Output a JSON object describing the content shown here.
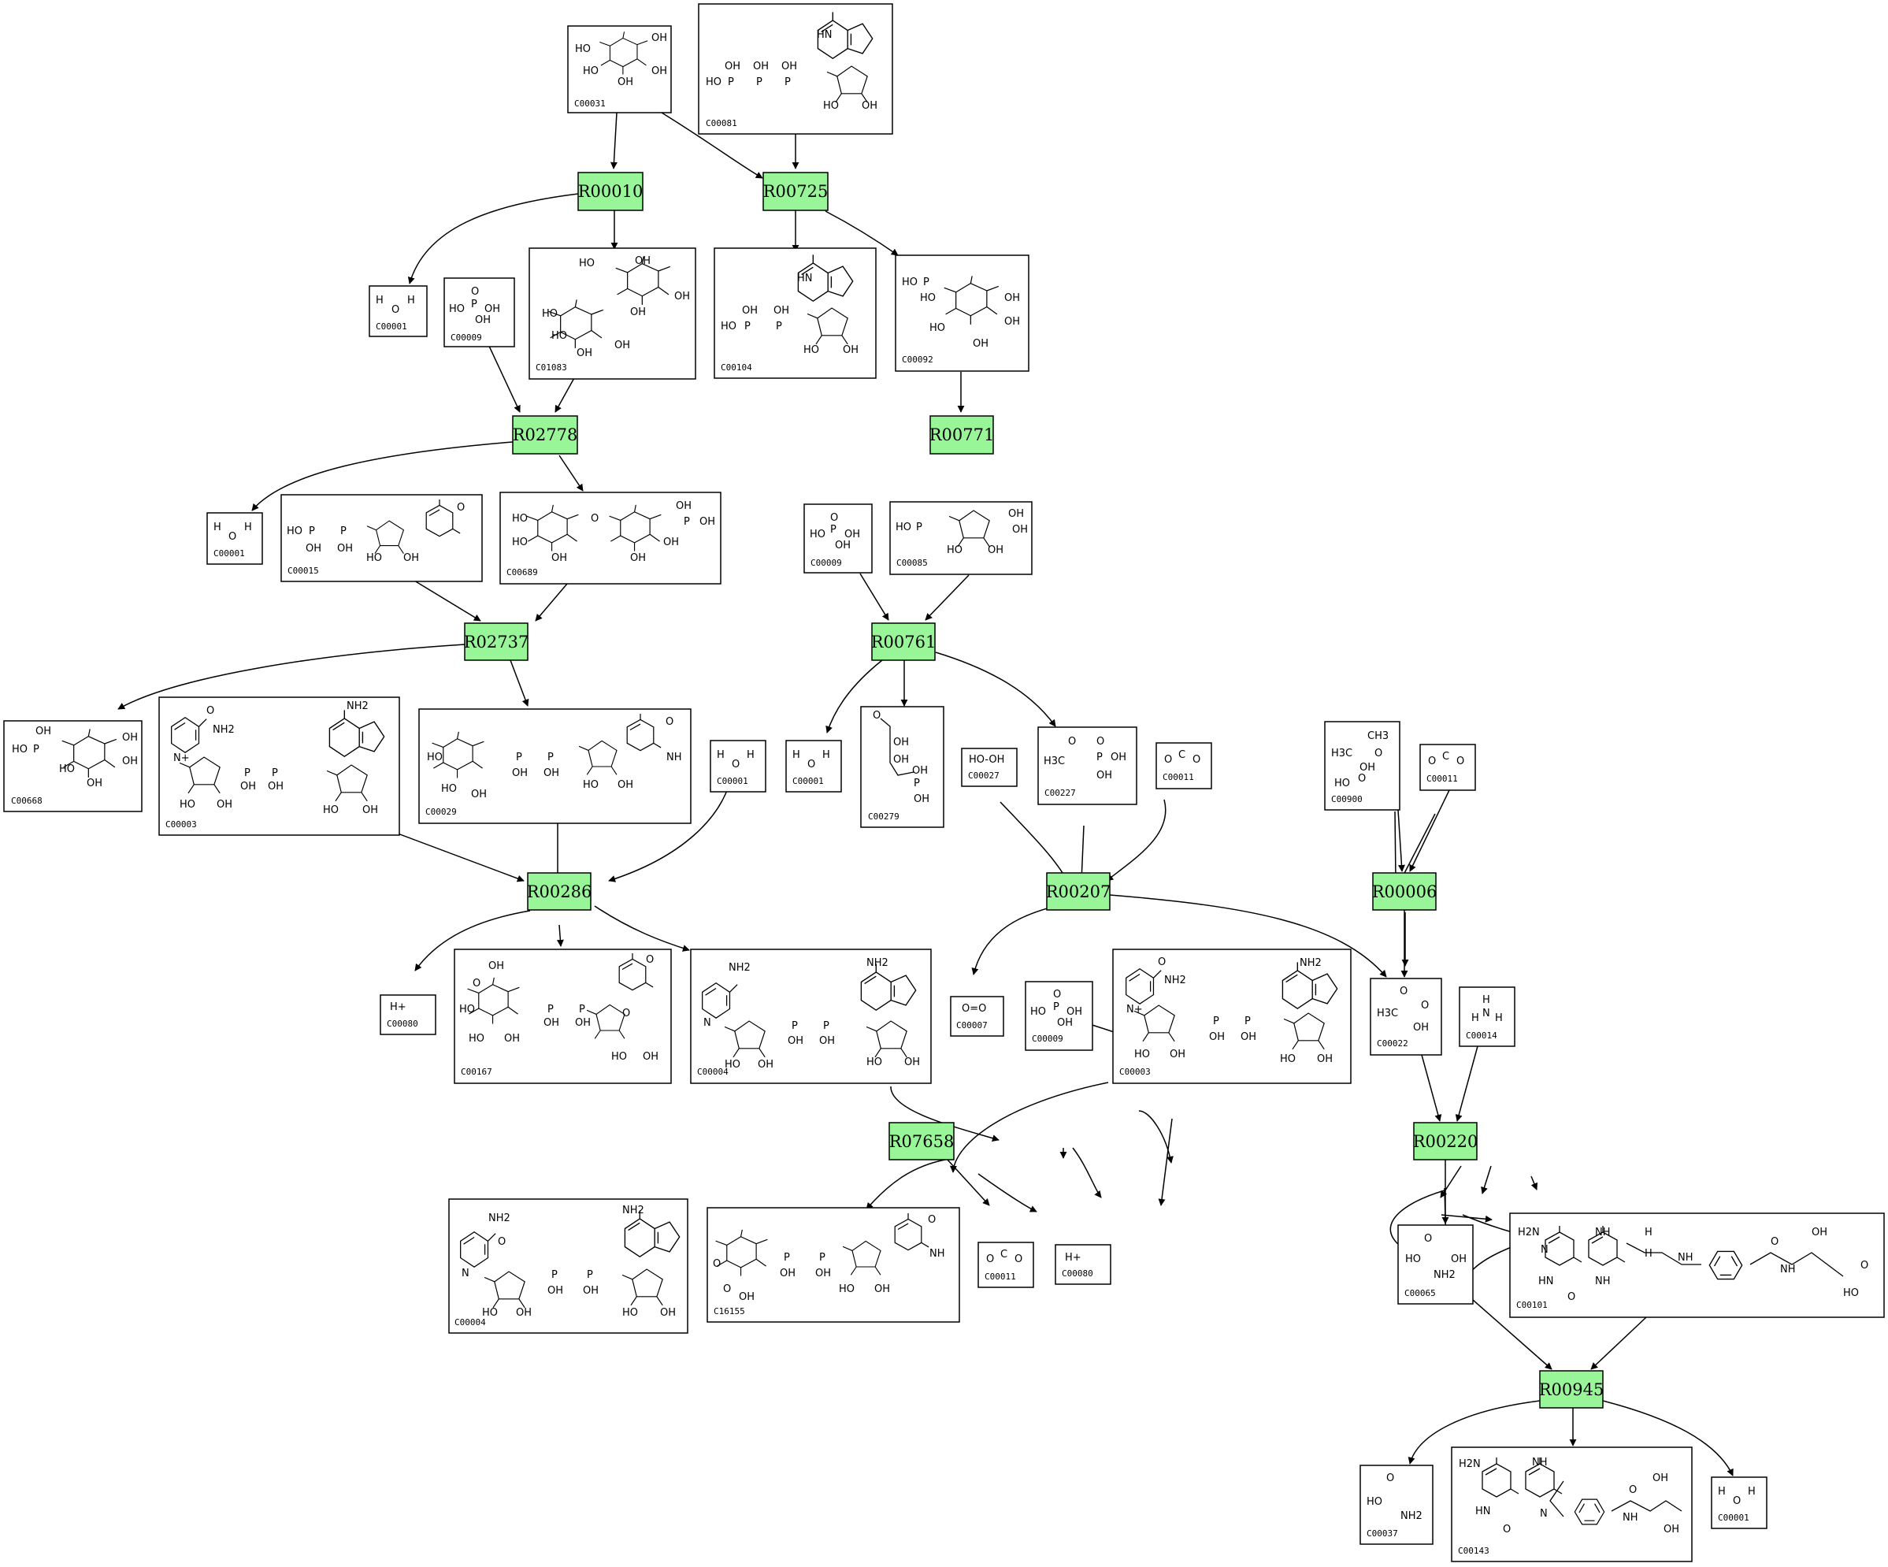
{
  "reactions": {
    "r00010": "R00010",
    "r00725": "R00725",
    "r02778": "R02778",
    "r00771": "R00771",
    "r02737": "R02737",
    "r00761": "R00761",
    "r00286": "R00286",
    "r00207": "R00207",
    "r00006": "R00006",
    "r07658": "R07658",
    "r00220": "R00220",
    "r00945": "R00945"
  },
  "compounds": {
    "n01": "C00031",
    "n02": "C00081",
    "n03": "C00001",
    "n04": "C00009",
    "n05": "C01083",
    "n06": "C00104",
    "n07": "C00092",
    "n08": "C00001",
    "n09": "C00015",
    "n10": "C00689",
    "n11": "C00009",
    "n12": "C00085",
    "n13": "C00668",
    "n14": "C00003",
    "n15": "C00029",
    "n16": "C00001",
    "n17": "C00001",
    "n18": "C00279",
    "n19": "C00027",
    "n20": "C00227",
    "n21": "C00011",
    "n22": "C00900",
    "n23": "C00011",
    "n24": "C00080",
    "n25": "C00167",
    "n26": "C00004",
    "n27": "C00007",
    "n28": "C00009",
    "n29": "C00003",
    "n30": "C00022",
    "n31": "C00014",
    "n32": "C00004",
    "n33": "C16155",
    "n34": "C00011",
    "n35": "C00080",
    "n36": "C00065",
    "n37": "C00101",
    "n38": "C00037",
    "n39": "C00143",
    "n40": "C00001"
  },
  "formulas": {
    "h2o": [
      "H",
      "O",
      "H"
    ],
    "phosphate": [
      "O",
      "HO",
      "P",
      "OH",
      "OH"
    ],
    "co2": [
      "O",
      "C",
      "O"
    ],
    "o2": "O=O",
    "h2o2": "HO-OH",
    "proton": "H+",
    "ammonia": [
      "H",
      "N",
      "H",
      "H"
    ],
    "ch3": "CH3",
    "h3c": "H3C"
  },
  "atom_labels": {
    "oh": "OH",
    "ho": "HO",
    "o": "O",
    "n": "N",
    "nh": "NH",
    "hn": "HN",
    "nh2": "NH2",
    "h2n": "H2N",
    "p": "P",
    "n_plus": "N+",
    "h": "H"
  }
}
